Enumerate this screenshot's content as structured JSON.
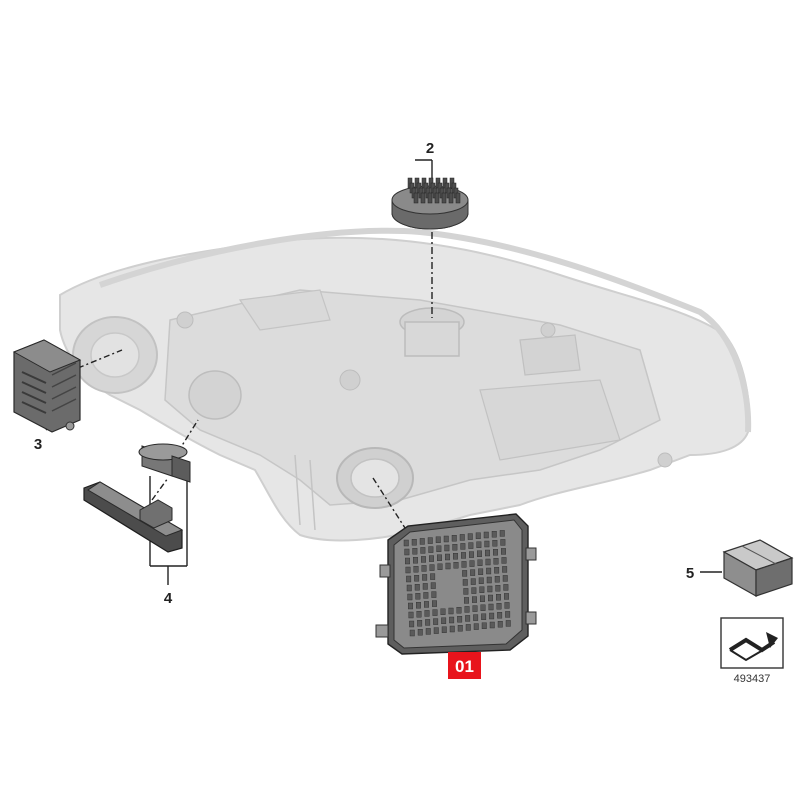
{
  "callouts": {
    "part_2": "2",
    "part_3": "3",
    "part_4": "4",
    "part_5": "5",
    "highlighted": "01"
  },
  "diagram_number": "493437",
  "colors": {
    "highlight": "#e8141c",
    "part_dark": "#5a5a5a",
    "housing": "#e4e4e4",
    "housing_edge": "#c9c9c9"
  },
  "icons": [
    "headlight-housing-icon",
    "led-module-icon",
    "heat-sink-icon",
    "control-unit-icon",
    "bracket-icon",
    "box-icon",
    "arrow-symbol-icon"
  ]
}
